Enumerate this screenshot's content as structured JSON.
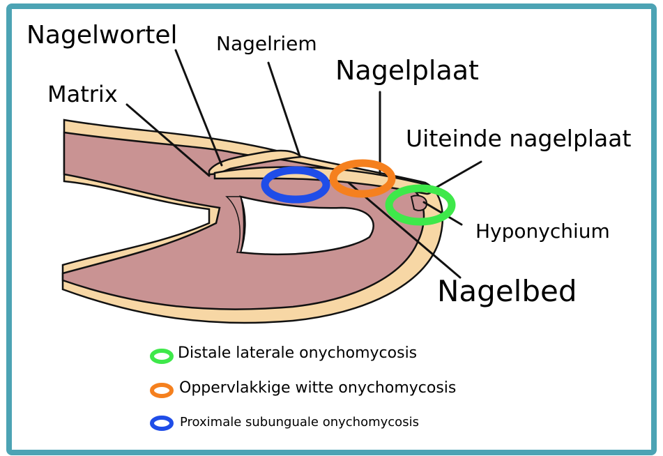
{
  "labels": {
    "nagelwortel": "Nagelwortel",
    "nagelriem": "Nagelriem",
    "matrix": "Matrix",
    "nagelplaat": "Nagelplaat",
    "uiteinde": "Uiteinde nagelplaat",
    "hyponychium": "Hyponychium",
    "nagelbed": "Nagelbed"
  },
  "legend": [
    {
      "label": "Distale laterale onychomycosis",
      "color": "#3ee84a"
    },
    {
      "label": "Oppervlakkige witte onychomycosis",
      "color": "#f5801e"
    },
    {
      "label": "Proximale subunguale onychomycosis",
      "color": "#1f4de8"
    }
  ],
  "colors": {
    "frame": "#4ca3b4",
    "tissue": "#c99393",
    "skin": "#f7d7a5",
    "outline": "#111111",
    "green_ring": "#3ee84a",
    "orange_ring": "#f5801e",
    "blue_ring": "#1f4de8"
  }
}
